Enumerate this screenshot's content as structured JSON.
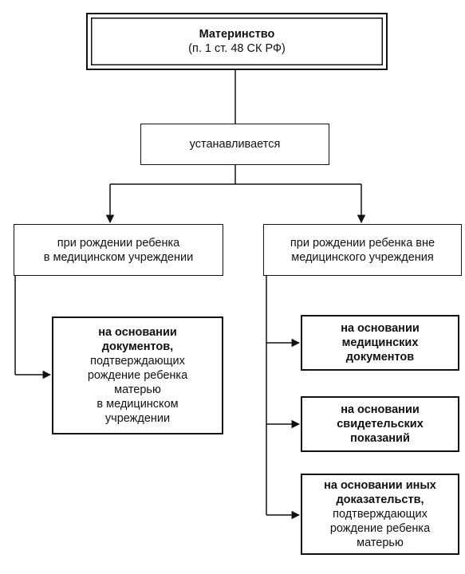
{
  "root": {
    "title": "Материнство",
    "subtitle": "(п. 1 ст. 48 СК РФ)"
  },
  "established": {
    "label": "устанавливается"
  },
  "in_facility": {
    "line1": "при рождении ребенка",
    "line2": "в медицинском учреждении"
  },
  "out_facility": {
    "line1": "при рождении ребенка вне",
    "line2": "медицинского учреждения"
  },
  "docs_left": {
    "bold1": "на основании",
    "bold2": "документов,",
    "line3": "подтверждающих",
    "line4": "рождение ребенка",
    "line5": "матерью",
    "line6": "в медицинском",
    "line7": "учреждении"
  },
  "med_docs": {
    "line1": "на основании",
    "line2": "медицинских",
    "line3": "документов"
  },
  "witness": {
    "line1": "на основании",
    "line2": "свидетельских",
    "line3": "показаний"
  },
  "other": {
    "bold1": "на основании иных",
    "bold2": "доказательств,",
    "line3": "подтверждающих",
    "line4": "рождение ребенка",
    "line5": "матерью"
  }
}
